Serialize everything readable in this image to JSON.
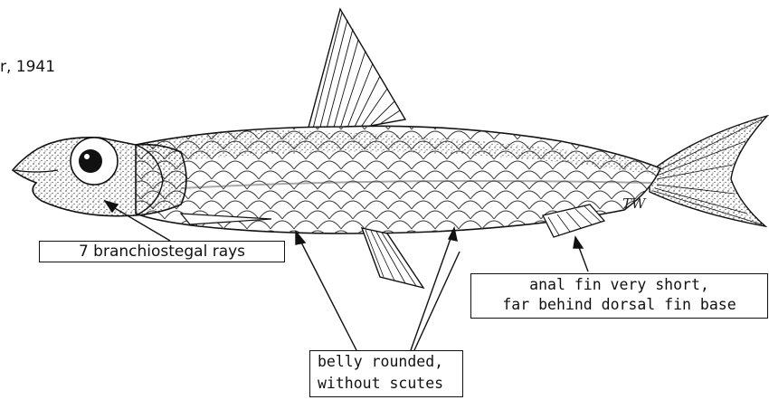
{
  "figure": {
    "caption_fragment": "r, 1941",
    "signature": "TW",
    "labels": {
      "branchiostegal": "7 branchiostegal rays",
      "anal_fin": [
        "anal fin very short,",
        "far behind dorsal fin base"
      ],
      "belly": [
        "belly rounded,",
        "without scutes"
      ]
    },
    "colors": {
      "ink": "#111111",
      "background": "#ffffff"
    }
  }
}
